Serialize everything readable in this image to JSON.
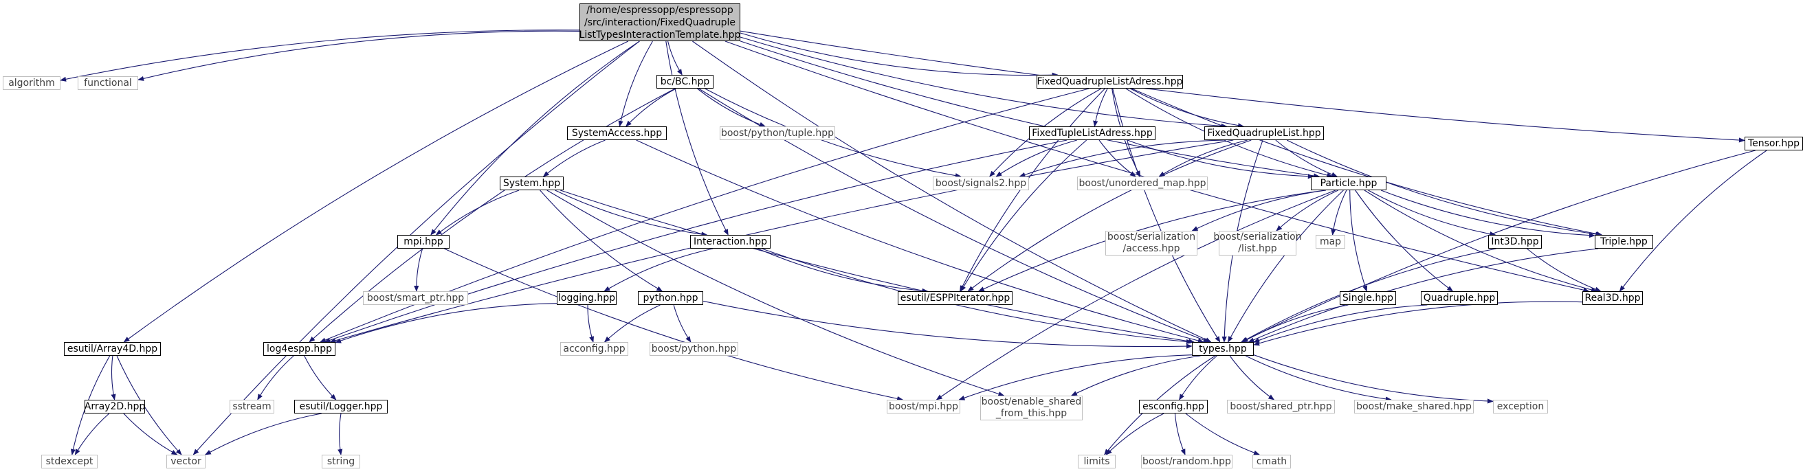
{
  "colors": {
    "edge": "#191970",
    "doc_border": "#000000",
    "nodoc_border": "#bfbfbf",
    "root_fill": "#bfbfbf"
  },
  "nodes": {
    "root": {
      "label": "/home/espressopp/espressopp\n/src/interaction/FixedQuadruple\nListTypesInteractionTemplate.hpp",
      "kind": "root"
    },
    "algorithm": {
      "label": "algorithm",
      "kind": "nodoc"
    },
    "functional": {
      "label": "functional",
      "kind": "nodoc"
    },
    "bc": {
      "label": "bc/BC.hpp",
      "kind": "doc"
    },
    "fqla": {
      "label": "FixedQuadrupleListAdress.hpp",
      "kind": "doc"
    },
    "tensor": {
      "label": "Tensor.hpp",
      "kind": "doc"
    },
    "sysaccess": {
      "label": "SystemAccess.hpp",
      "kind": "doc"
    },
    "pytuple": {
      "label": "boost/python/tuple.hpp",
      "kind": "nodoc"
    },
    "ftla": {
      "label": "FixedTupleListAdress.hpp",
      "kind": "doc"
    },
    "fql": {
      "label": "FixedQuadrupleList.hpp",
      "kind": "doc"
    },
    "system": {
      "label": "System.hpp",
      "kind": "doc"
    },
    "signals2": {
      "label": "boost/signals2.hpp",
      "kind": "nodoc"
    },
    "unordered": {
      "label": "boost/unordered_map.hpp",
      "kind": "nodoc"
    },
    "particle": {
      "label": "Particle.hpp",
      "kind": "doc"
    },
    "mpi": {
      "label": "mpi.hpp",
      "kind": "doc"
    },
    "interaction": {
      "label": "Interaction.hpp",
      "kind": "doc"
    },
    "seracc": {
      "label": "boost/serialization\n/access.hpp",
      "kind": "nodoc"
    },
    "serlist": {
      "label": "boost/serialization\n/list.hpp",
      "kind": "nodoc"
    },
    "map": {
      "label": "map",
      "kind": "nodoc"
    },
    "int3d": {
      "label": "Int3D.hpp",
      "kind": "doc"
    },
    "triple": {
      "label": "Triple.hpp",
      "kind": "doc"
    },
    "smartptr": {
      "label": "boost/smart_ptr.hpp",
      "kind": "nodoc"
    },
    "logging": {
      "label": "logging.hpp",
      "kind": "doc"
    },
    "python": {
      "label": "python.hpp",
      "kind": "doc"
    },
    "espiter": {
      "label": "esutil/ESPPIterator.hpp",
      "kind": "doc"
    },
    "single": {
      "label": "Single.hpp",
      "kind": "doc"
    },
    "quadruple": {
      "label": "Quadruple.hpp",
      "kind": "doc"
    },
    "real3d": {
      "label": "Real3D.hpp",
      "kind": "doc"
    },
    "array4d": {
      "label": "esutil/Array4D.hpp",
      "kind": "doc"
    },
    "log4espp": {
      "label": "log4espp.hpp",
      "kind": "doc"
    },
    "acconfig": {
      "label": "acconfig.hpp",
      "kind": "nodoc"
    },
    "boostpython": {
      "label": "boost/python.hpp",
      "kind": "nodoc"
    },
    "types": {
      "label": "types.hpp",
      "kind": "doc"
    },
    "array2d": {
      "label": "Array2D.hpp",
      "kind": "doc"
    },
    "sstream": {
      "label": "sstream",
      "kind": "nodoc"
    },
    "logger": {
      "label": "esutil/Logger.hpp",
      "kind": "doc"
    },
    "bmpi": {
      "label": "boost/mpi.hpp",
      "kind": "nodoc"
    },
    "enableshared": {
      "label": "boost/enable_shared\n_from_this.hpp",
      "kind": "nodoc"
    },
    "esconfig": {
      "label": "esconfig.hpp",
      "kind": "doc"
    },
    "sharedptr": {
      "label": "boost/shared_ptr.hpp",
      "kind": "nodoc"
    },
    "makeshared": {
      "label": "boost/make_shared.hpp",
      "kind": "nodoc"
    },
    "exception": {
      "label": "exception",
      "kind": "nodoc"
    },
    "stdexcept": {
      "label": "stdexcept",
      "kind": "nodoc"
    },
    "vector": {
      "label": "vector",
      "kind": "nodoc"
    },
    "string": {
      "label": "string",
      "kind": "nodoc"
    },
    "limits": {
      "label": "limits",
      "kind": "nodoc"
    },
    "random": {
      "label": "boost/random.hpp",
      "kind": "nodoc"
    },
    "cmath": {
      "label": "cmath",
      "kind": "nodoc"
    }
  },
  "edges": [
    [
      "root",
      "algorithm"
    ],
    [
      "root",
      "functional"
    ],
    [
      "root",
      "bc"
    ],
    [
      "root",
      "fqla"
    ],
    [
      "root",
      "tensor"
    ],
    [
      "root",
      "sysaccess"
    ],
    [
      "root",
      "fql"
    ],
    [
      "root",
      "particle"
    ],
    [
      "root",
      "mpi"
    ],
    [
      "root",
      "interaction"
    ],
    [
      "root",
      "types"
    ],
    [
      "root",
      "real3d"
    ],
    [
      "root",
      "array4d"
    ],
    [
      "root",
      "vector"
    ],
    [
      "bc",
      "sysaccess"
    ],
    [
      "bc",
      "pytuple"
    ],
    [
      "bc",
      "signals2"
    ],
    [
      "bc",
      "log4espp"
    ],
    [
      "bc",
      "types"
    ],
    [
      "fqla",
      "ftla"
    ],
    [
      "fqla",
      "fql"
    ],
    [
      "fqla",
      "signals2"
    ],
    [
      "fqla",
      "unordered"
    ],
    [
      "fqla",
      "particle"
    ],
    [
      "fqla",
      "espiter"
    ],
    [
      "fqla",
      "log4espp"
    ],
    [
      "fqla",
      "triple"
    ],
    [
      "fqla",
      "types"
    ],
    [
      "tensor",
      "real3d"
    ],
    [
      "tensor",
      "types"
    ],
    [
      "sysaccess",
      "system"
    ],
    [
      "sysaccess",
      "types"
    ],
    [
      "ftla",
      "signals2"
    ],
    [
      "ftla",
      "unordered"
    ],
    [
      "ftla",
      "particle"
    ],
    [
      "ftla",
      "espiter"
    ],
    [
      "ftla",
      "log4espp"
    ],
    [
      "fql",
      "signals2"
    ],
    [
      "fql",
      "unordered"
    ],
    [
      "fql",
      "particle"
    ],
    [
      "fql",
      "espiter"
    ],
    [
      "fql",
      "triple"
    ],
    [
      "fql",
      "log4espp"
    ],
    [
      "fql",
      "types"
    ],
    [
      "system",
      "mpi"
    ],
    [
      "system",
      "interaction"
    ],
    [
      "system",
      "python"
    ],
    [
      "system",
      "types"
    ],
    [
      "system",
      "enableshared"
    ],
    [
      "particle",
      "seracc"
    ],
    [
      "particle",
      "serlist"
    ],
    [
      "particle",
      "map"
    ],
    [
      "particle",
      "int3d"
    ],
    [
      "particle",
      "triple"
    ],
    [
      "particle",
      "single"
    ],
    [
      "particle",
      "quadruple"
    ],
    [
      "particle",
      "real3d"
    ],
    [
      "particle",
      "types"
    ],
    [
      "particle",
      "espiter"
    ],
    [
      "particle",
      "bmpi"
    ],
    [
      "mpi",
      "smartptr"
    ],
    [
      "mpi",
      "bmpi"
    ],
    [
      "interaction",
      "logging"
    ],
    [
      "interaction",
      "espiter"
    ],
    [
      "interaction",
      "types"
    ],
    [
      "int3d",
      "real3d"
    ],
    [
      "int3d",
      "types"
    ],
    [
      "triple",
      "types"
    ],
    [
      "logging",
      "log4espp"
    ],
    [
      "logging",
      "acconfig"
    ],
    [
      "python",
      "acconfig"
    ],
    [
      "python",
      "boostpython"
    ],
    [
      "python",
      "types"
    ],
    [
      "single",
      "types"
    ],
    [
      "quadruple",
      "types"
    ],
    [
      "real3d",
      "types"
    ],
    [
      "array4d",
      "array2d"
    ],
    [
      "array4d",
      "stdexcept"
    ],
    [
      "array4d",
      "vector"
    ],
    [
      "log4espp",
      "sstream"
    ],
    [
      "log4espp",
      "logger"
    ],
    [
      "types",
      "bmpi"
    ],
    [
      "types",
      "enableshared"
    ],
    [
      "types",
      "esconfig"
    ],
    [
      "types",
      "sharedptr"
    ],
    [
      "types",
      "makeshared"
    ],
    [
      "types",
      "exception"
    ],
    [
      "types",
      "limits"
    ],
    [
      "array2d",
      "stdexcept"
    ],
    [
      "array2d",
      "vector"
    ],
    [
      "logger",
      "vector"
    ],
    [
      "logger",
      "string"
    ],
    [
      "esconfig",
      "limits"
    ],
    [
      "esconfig",
      "random"
    ],
    [
      "esconfig",
      "cmath"
    ]
  ]
}
